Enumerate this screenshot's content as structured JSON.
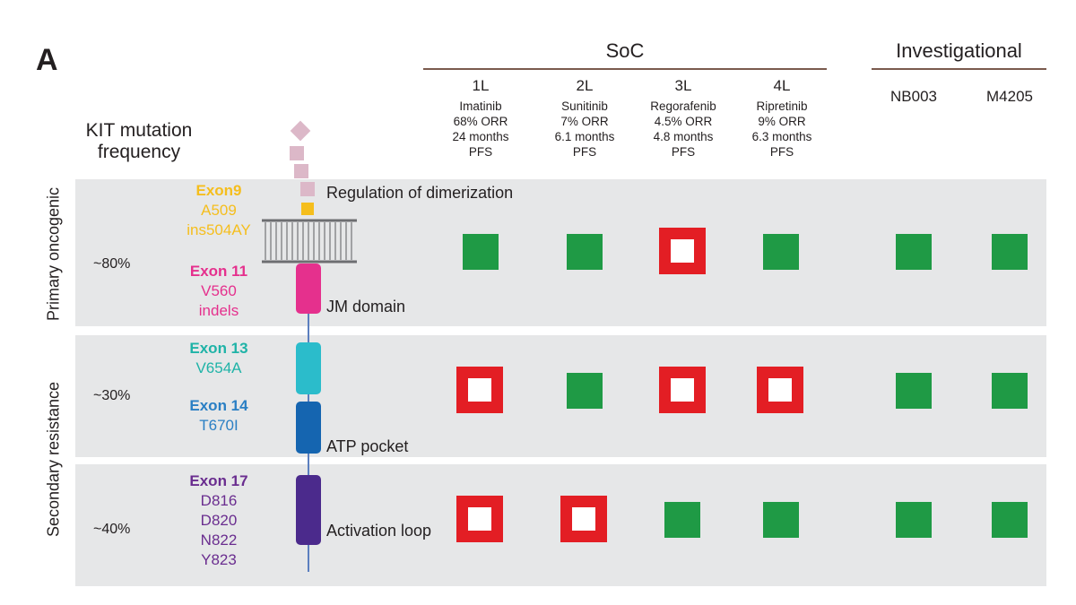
{
  "panel_label": "A",
  "header": {
    "soc_title": "SoC",
    "inv_title": "Investigational",
    "kit_title_line1": "KIT mutation",
    "kit_title_line2": "frequency"
  },
  "columns": [
    {
      "line": "1L",
      "drug": "Imatinib",
      "orr": "68% ORR",
      "pfs1": "24 months",
      "pfs2": "PFS"
    },
    {
      "line": "2L",
      "drug": "Sunitinib",
      "orr": "7% ORR",
      "pfs1": "6.1 months",
      "pfs2": "PFS"
    },
    {
      "line": "3L",
      "drug": "Regorafenib",
      "orr": "4.5% ORR",
      "pfs1": "4.8 months",
      "pfs2": "PFS"
    },
    {
      "line": "4L",
      "drug": "Ripretinib",
      "orr": "9% ORR",
      "pfs1": "6.3 months",
      "pfs2": "PFS"
    }
  ],
  "inv_columns": [
    "NB003",
    "M4205"
  ],
  "rows": [
    {
      "group": "Primary oncogenic",
      "freq": "~80%",
      "mutations": [
        {
          "exon": "Exon9",
          "details": [
            "A509",
            "ins504AY"
          ],
          "color": "#f5be1d"
        },
        {
          "exon": "Exon 11",
          "details": [
            "V560",
            "indels"
          ],
          "color": "#e5308d"
        }
      ],
      "domains": [
        "Regulation of dimerization",
        "JM domain"
      ],
      "response": [
        "sensitive",
        "sensitive",
        "resistant",
        "sensitive",
        "sensitive",
        "sensitive"
      ]
    },
    {
      "group": "Secondary resistance",
      "freq": "~30%",
      "mutations": [
        {
          "exon": "Exon 13",
          "details": [
            "V654A"
          ],
          "color": "#1fb3a7"
        },
        {
          "exon": "Exon 14",
          "details": [
            "T670I"
          ],
          "color": "#2a7fc4"
        }
      ],
      "domains": [
        "ATP pocket"
      ],
      "response": [
        "resistant",
        "sensitive",
        "resistant",
        "resistant",
        "sensitive",
        "sensitive"
      ]
    },
    {
      "group": "",
      "freq": "~40%",
      "mutations": [
        {
          "exon": "Exon 17",
          "details": [
            "D816",
            "D820",
            "N822",
            "Y823"
          ],
          "color": "#6a2d8f"
        }
      ],
      "domains": [
        "Activation loop"
      ],
      "response": [
        "resistant",
        "resistant",
        "sensitive",
        "sensitive",
        "sensitive",
        "sensitive"
      ]
    }
  ],
  "colors": {
    "sensitive": "#1f9a45",
    "resistant": "#e31e24",
    "band": "#e6e7e8",
    "header_rule": "#7a5a4e"
  }
}
